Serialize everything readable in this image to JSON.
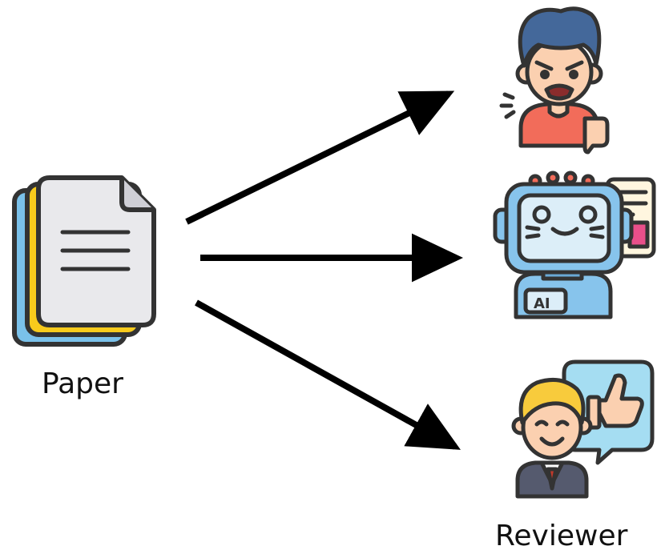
{
  "labels": {
    "source": "Paper",
    "target": "Reviewer"
  },
  "nodes": {
    "paper": {
      "icon": "paper-stack-icon"
    },
    "reviewers": [
      {
        "icon": "angry-reviewer-icon"
      },
      {
        "icon": "ai-robot-reviewer-icon",
        "badge_text": "AI"
      },
      {
        "icon": "happy-reviewer-icon"
      }
    ]
  },
  "colors": {
    "outline": "#333333",
    "arrow": "#000000",
    "paper_back": "#7ac1ea",
    "paper_middle": "#f8cb1c",
    "paper_front": "#e9e9ec",
    "hair_dark": "#44689a",
    "skin": "#fbd0b0",
    "shirt_red": "#f26c5a",
    "robot_blue": "#87c4ec",
    "robot_screen": "#dceef8",
    "hair_blond": "#f8cb3c",
    "bubble": "#a5ddf2",
    "suit": "#555a6e"
  }
}
